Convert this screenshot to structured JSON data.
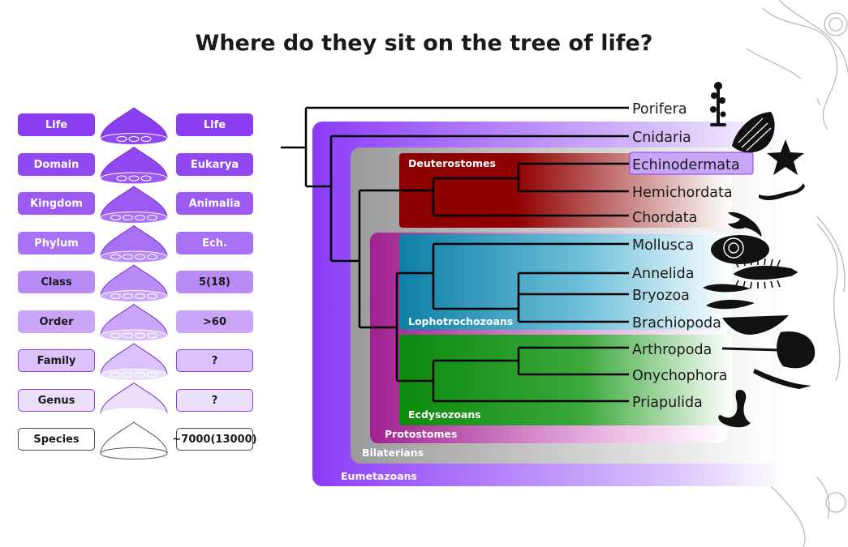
{
  "title": "Where do they sit on the tree of life?",
  "ranks_left": [
    {
      "label": "Life",
      "bg": "#8a3ef0",
      "fg": "#ffffff"
    },
    {
      "label": "Domain",
      "bg": "#9048f0",
      "fg": "#ffffff"
    },
    {
      "label": "Kingdom",
      "bg": "#9c5af2",
      "fg": "#ffffff"
    },
    {
      "label": "Phylum",
      "bg": "#a870f4",
      "fg": "#ffffff"
    },
    {
      "label": "Class",
      "bg": "#b98bf6",
      "fg": "#1a1a1a"
    },
    {
      "label": "Order",
      "bg": "#cba6f8",
      "fg": "#1a1a1a"
    },
    {
      "label": "Family",
      "bg": "#dbc2fa",
      "fg": "#1a1a1a"
    },
    {
      "label": "Genus",
      "bg": "#ecdffc",
      "fg": "#1a1a1a"
    },
    {
      "label": "Species",
      "bg": "#ffffff",
      "fg": "#1a1a1a"
    }
  ],
  "ranks_right": [
    {
      "label": "Life",
      "bg": "#8a3ef0",
      "fg": "#ffffff"
    },
    {
      "label": "Eukarya",
      "bg": "#9048f0",
      "fg": "#ffffff"
    },
    {
      "label": "Animalia",
      "bg": "#9c5af2",
      "fg": "#ffffff"
    },
    {
      "label": "Ech.",
      "bg": "#a870f4",
      "fg": "#ffffff"
    },
    {
      "label": "5(18)",
      "bg": "#b98bf6",
      "fg": "#1a1a1a"
    },
    {
      "label": ">60",
      "bg": "#cba6f8",
      "fg": "#1a1a1a"
    },
    {
      "label": "?",
      "bg": "#dbc2fa",
      "fg": "#1a1a1a"
    },
    {
      "label": "?",
      "bg": "#ecdffc",
      "fg": "#1a1a1a"
    },
    {
      "label": "~7000(13000)",
      "bg": "#ffffff",
      "fg": "#1a1a1a"
    }
  ],
  "taxa": [
    "Porifera",
    "Cnidaria",
    "Echinodermata",
    "Hemichordata",
    "Chordata",
    "Mollusca",
    "Annelida",
    "Bryozoa",
    "Brachiopoda",
    "Arthropoda",
    "Onychophora",
    "Priapulida"
  ],
  "highlighted_taxon": "Echinodermata",
  "clades": {
    "eumetazoans": "Eumetazoans",
    "bilaterians": "Bilaterians",
    "protostomes": "Protostomes",
    "deuterostomes": "Deuterostomes",
    "lophotrochozoans": "Lophotrochozoans",
    "ecdysozoans": "Ecdysozoans"
  },
  "colors": {
    "eumetazoans": "#8b3cf7",
    "bilaterians": "#9a9a9a",
    "protostomes": "#a0208f",
    "deuterostomes": "#8b0000",
    "lophotrochozoans": "#0e7fa6",
    "ecdysozoans": "#0c8a0c",
    "highlight": "#c9a6f7",
    "funnel": "#8a3ef0"
  },
  "icons": [
    "porifera-silhouette-icon",
    "cnidaria-silhouette-icon",
    "starfish-icon",
    "acorn-worm-icon",
    "bird-icon",
    "snail-icon",
    "polychaete-worm-icon",
    "bryozoan-icon",
    "brachiopod-icon",
    "horseshoe-crab-icon",
    "velvet-worm-icon",
    "priapulid-icon"
  ]
}
